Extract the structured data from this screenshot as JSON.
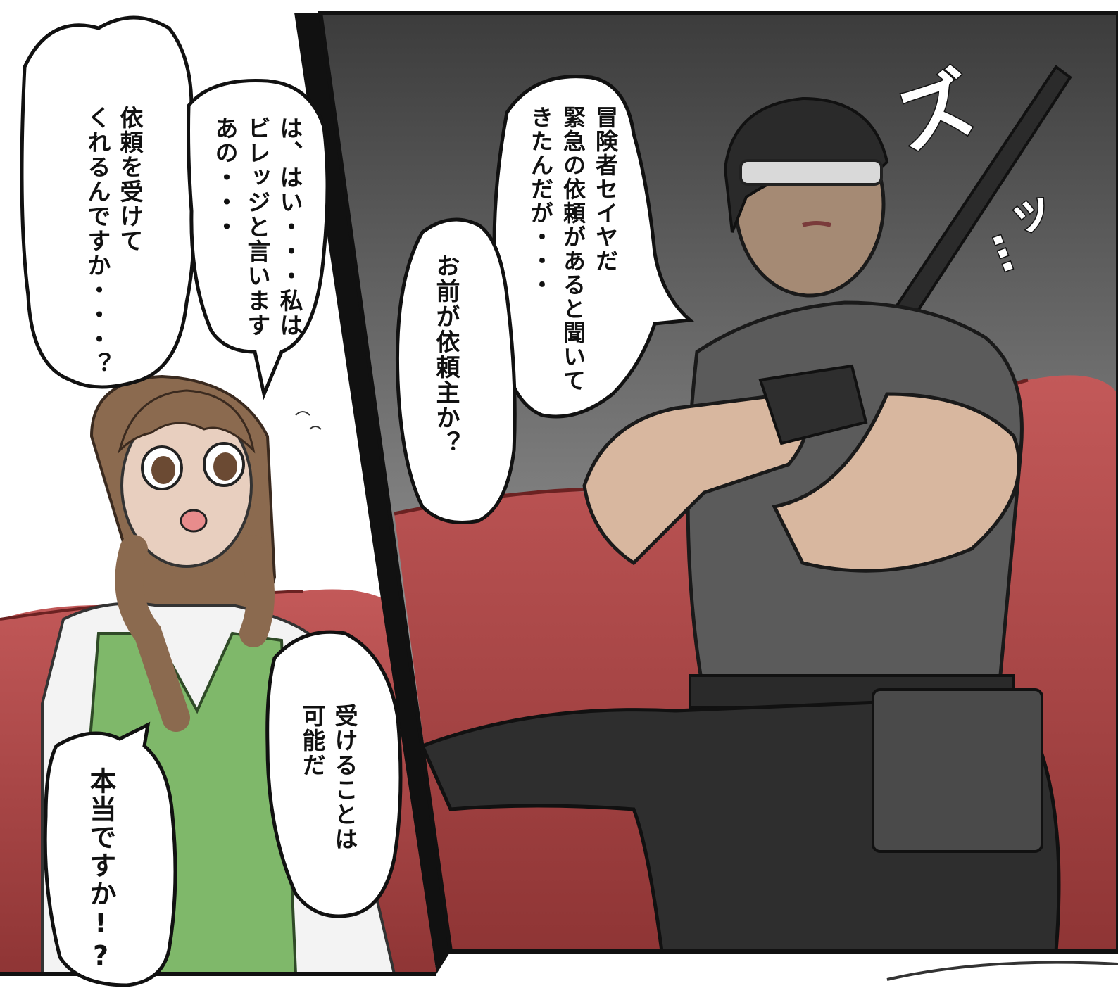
{
  "left_panel": {
    "bubble_top_left": "依頼を受けて\nくれるんですか・・・？",
    "bubble_top_center": "は、はい・・・私は\nビレッジと言います\nあの・・・",
    "bubble_bottom_left": "本当ですか!?",
    "bubble_bottom_right": "受けることは\n可能だ"
  },
  "right_panel": {
    "bubble_upper": "冒険者セイヤだ\n緊急の依頼があると聞いて\nきたんだが・・・",
    "bubble_lower": "お前が依頼主か？",
    "sfx_zu": "ズ",
    "sfx_tsu": "ッ",
    "sfx_dots": "…"
  },
  "colors": {
    "sofa_red": "#b44a4a",
    "dress_green": "#7fb86a",
    "hair_brown": "#8b6a4f",
    "shirt_gray": "#5b5b5b",
    "pants_dark": "#2e2e2e",
    "skin": "#d8b79f"
  }
}
